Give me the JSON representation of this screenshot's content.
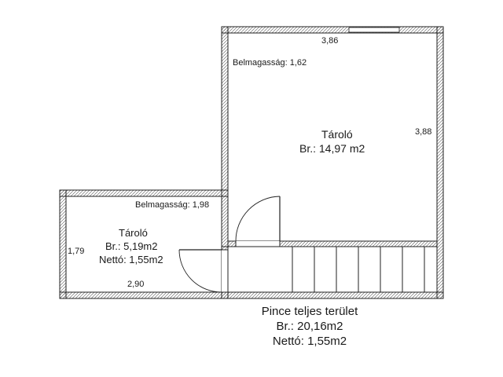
{
  "rooms": [
    {
      "name": "Tároló",
      "area_gross": "Br.: 14,97 m2",
      "ceiling_height": "Belmagasság: 1,62",
      "dim_width": "3,86",
      "dim_depth": "3,88"
    },
    {
      "name": "Tároló",
      "area_gross": "Br.: 5,19m2",
      "area_net": "Nettó: 1,55m2",
      "ceiling_height": "Belmagasság: 1,98",
      "dim_width": "2,90",
      "dim_depth": "1,79"
    }
  ],
  "summary": {
    "title": "Pince teljes terület",
    "gross": "Br.: 20,16m2",
    "net": "Nettó: 1,55m2"
  },
  "stairs": {
    "steps": 6
  },
  "colors": {
    "wall": "#222222",
    "wall_hatch": "#555555",
    "background": "#ffffff"
  }
}
